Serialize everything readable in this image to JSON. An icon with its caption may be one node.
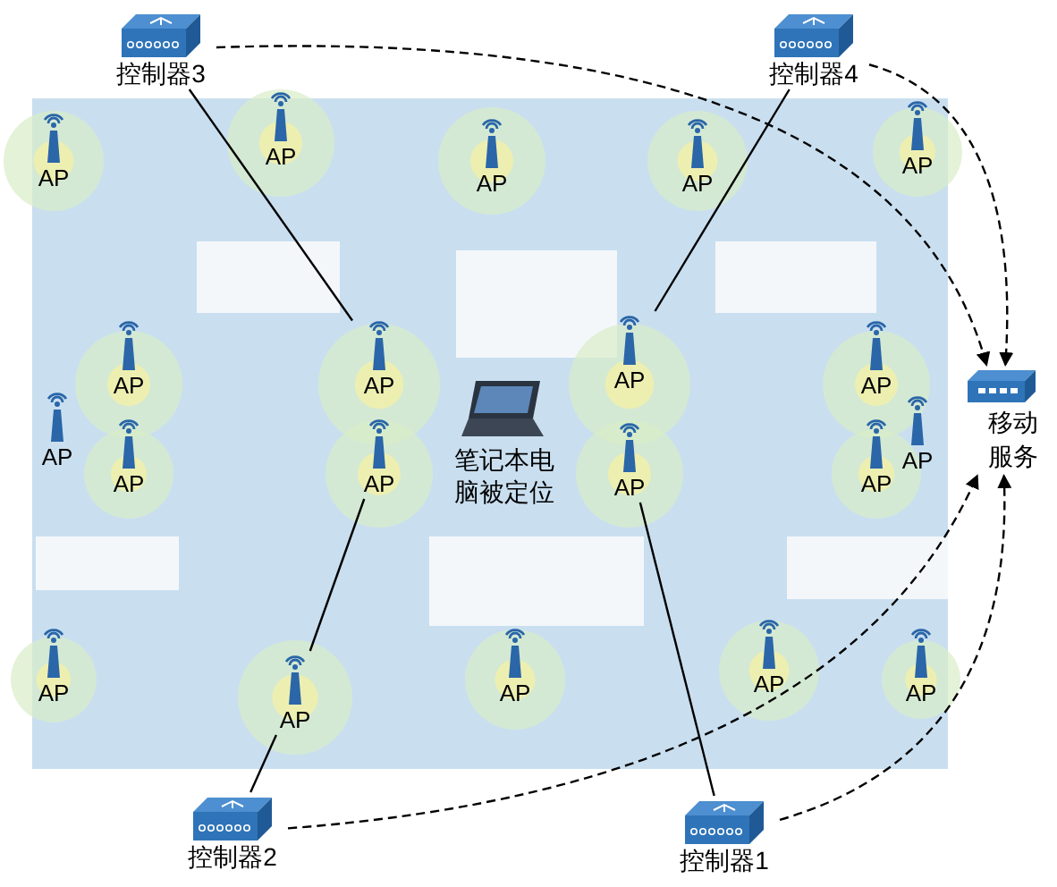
{
  "diagram": {
    "nodes": [
      {
        "text": [
          "控制器3"
        ]
      },
      {
        "text": [
          "控制器4"
        ]
      },
      {
        "text": [
          "AP"
        ]
      },
      {
        "text": [
          "AP"
        ]
      },
      {
        "text": [
          "AP"
        ]
      },
      {
        "text": [
          "AP"
        ]
      },
      {
        "text": [
          "AP"
        ]
      },
      {
        "text": [
          "AP"
        ]
      },
      {
        "text": [
          "AP"
        ]
      },
      {
        "text": [
          "AP"
        ]
      },
      {
        "text": [
          "AP"
        ]
      },
      {
        "text": [
          "移动服务"
        ]
      },
      {
        "text": [
          "AP"
        ]
      },
      {
        "text": [
          "AP"
        ]
      },
      {
        "text": [
          "AP"
        ]
      },
      {
        "text": [
          "AP"
        ]
      },
      {
        "text": [
          "AP"
        ]
      },
      {
        "text": [
          "AP"
        ]
      },
      {
        "text": [
          "AP"
        ]
      },
      {
        "text": [
          "AP"
        ]
      },
      {
        "text": [
          "AP"
        ]
      },
      {
        "text": [
          "AP"
        ]
      },
      {
        "text": [
          "AP"
        ]
      },
      {
        "text": [
          "控制器2"
        ]
      },
      {
        "text": [
          "控制器1"
        ]
      }
    ],
    "edges": [
      {
        "from": 0,
        "to": 8,
        "arrow": "none"
      },
      {
        "from": 1,
        "to": 9,
        "arrow": "none"
      },
      {
        "from": 23,
        "to": 19,
        "arrow": "none"
      },
      {
        "from": 19,
        "to": 14,
        "arrow": "none"
      },
      {
        "from": 24,
        "to": 15,
        "arrow": "none"
      },
      {
        "from": 0,
        "to": 11,
        "arrow": "to",
        "style": "dashed"
      },
      {
        "from": 1,
        "to": 11,
        "arrow": "to",
        "style": "dashed"
      },
      {
        "from": 23,
        "to": 11,
        "arrow": "to",
        "style": "dashed"
      },
      {
        "from": 24,
        "to": 11,
        "arrow": "to",
        "style": "dashed"
      }
    ],
    "labels": [
      "笔记本电脑被定位"
    ]
  }
}
